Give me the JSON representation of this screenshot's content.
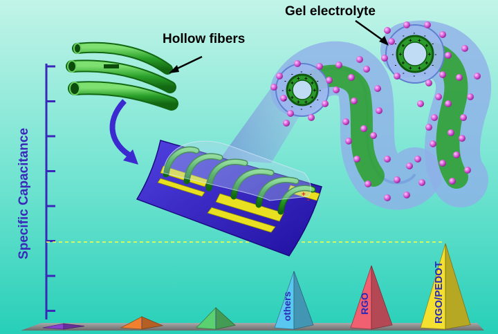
{
  "labels": {
    "hollow_fibers": "Hollow fibers",
    "gel_electrolyte": "Gel electrolyte",
    "axis": "Specific Capacitance"
  },
  "pyramids": [
    {
      "label": "",
      "color": "#8a3fd0"
    },
    {
      "label": "",
      "color": "#f08030"
    },
    {
      "label": "",
      "color": "#5ad070"
    },
    {
      "label": "others",
      "color": "#58c8f0"
    },
    {
      "label": "RGO",
      "color": "#f06070"
    },
    {
      "label": "RGO/PEDOT",
      "color": "#f4e030"
    }
  ],
  "colors": {
    "background_top": "#b9f2e4",
    "background_bottom": "#2fd3be",
    "axis": "#3a28b8",
    "fiber": "#2a9a2a",
    "substrate": "#3a2ad0",
    "electrode": "#e8e020",
    "gel": "#8fb0e8",
    "ion": "#d050d0",
    "dashed_line": "#ffff40",
    "floor": "#8a8a8a"
  }
}
